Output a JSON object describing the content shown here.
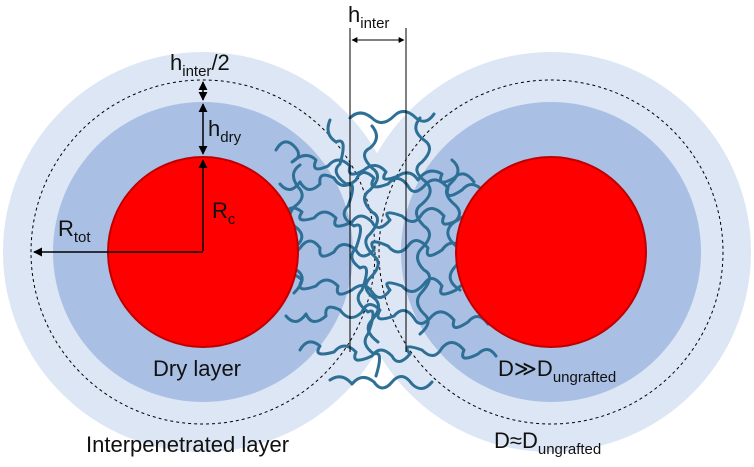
{
  "labels": {
    "h_inter_top": {
      "main": "h",
      "sub": "inter"
    },
    "h_inter_half": {
      "main": "h",
      "sub": "inter",
      "tail": "/2"
    },
    "h_dry": {
      "main": "h",
      "sub": "dry"
    },
    "r_c": {
      "main": "R",
      "sub": "c"
    },
    "r_tot": {
      "main": "R",
      "sub": "tot"
    },
    "dry_layer": "Dry layer",
    "interpenetrated_layer": "Interpenetrated layer",
    "d_much_greater": {
      "main": "D≫D",
      "sub": "ungrafted"
    },
    "d_approx": {
      "main": "D≈D",
      "sub": "ungrafted"
    }
  },
  "colors": {
    "core": "#ff0000",
    "core_outline": "#c00000",
    "dry_layer": "#a9bfe4",
    "outer_layer": "#dce6f4",
    "chains": "#2e6f96",
    "lines": "#000000"
  }
}
